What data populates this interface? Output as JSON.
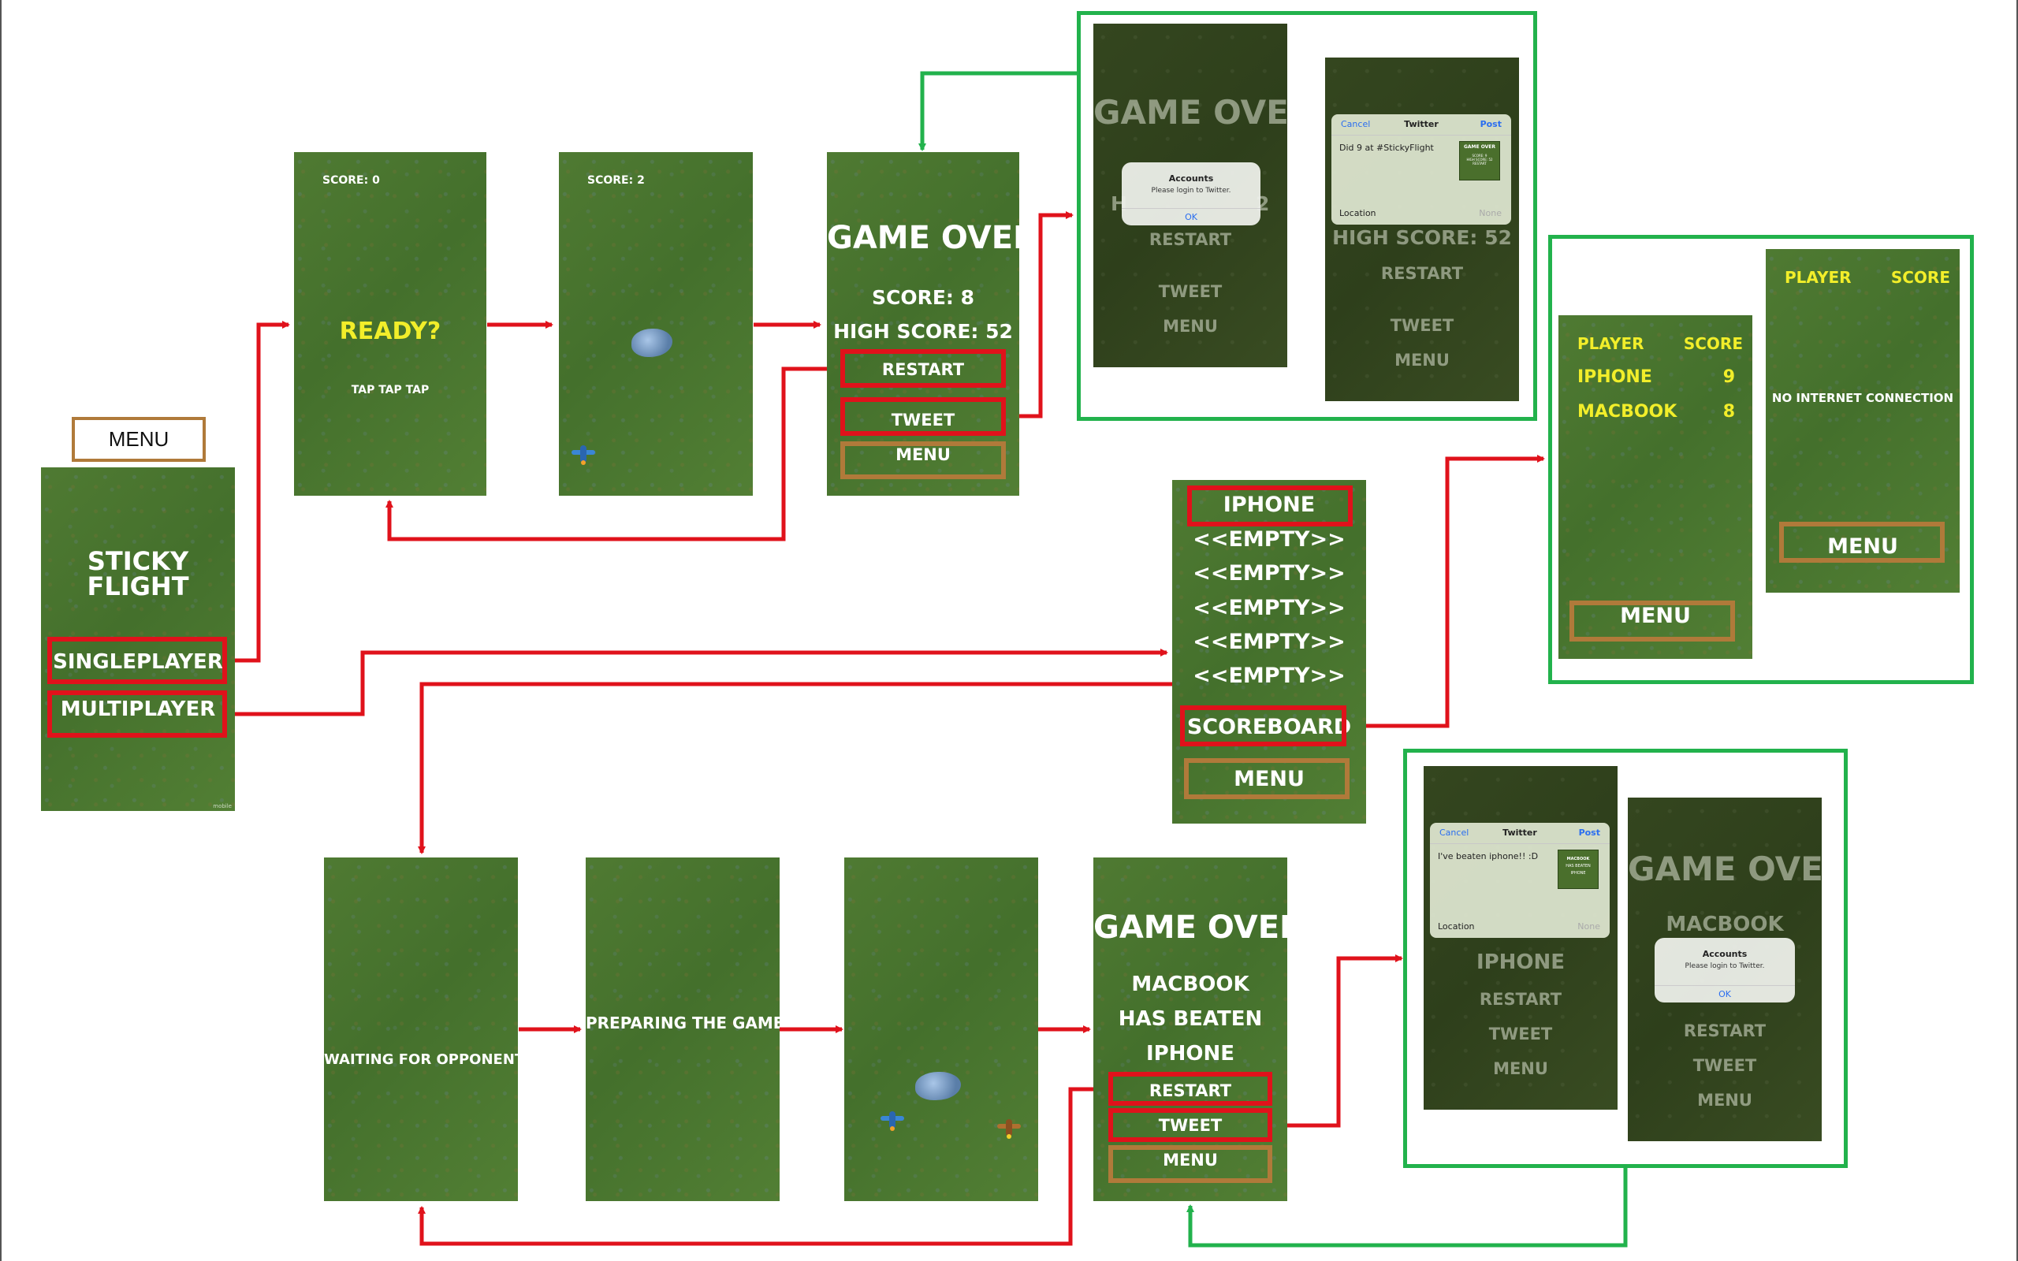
{
  "colors": {
    "flow_arrow": "#e0121b",
    "return_arrow": "#22b24c",
    "group_box": "#22b24c",
    "highlight": "#e0121b",
    "menu_box": "#b07a3a"
  },
  "menu_label": "MENU",
  "main_menu": {
    "title_line1": "STICKY",
    "title_line2": "FLIGHT",
    "singleplayer": "SINGLEPLAYER",
    "multiplayer": "MULTIPLAYER",
    "corner": "mobile"
  },
  "ready_screen": {
    "score": "SCORE: 0",
    "ready": "READY?",
    "hint": "TAP TAP TAP"
  },
  "play_screen": {
    "score": "SCORE: 2"
  },
  "gameover_single": {
    "title": "GAME OVER",
    "score": "SCORE: 8",
    "high_score": "HIGH SCORE: 52",
    "restart": "RESTART",
    "tweet": "TWEET",
    "menu": "MENU"
  },
  "alert_screen": {
    "title": "GAME OVER",
    "partial": "H",
    "partial2": "2",
    "dialog_title": "Accounts",
    "dialog_msg": "Please login to Twitter.",
    "ok": "OK",
    "restart": "RESTART",
    "tweet": "TWEET",
    "menu": "MENU"
  },
  "tweet_screen": {
    "cancel": "Cancel",
    "sheet_title": "Twitter",
    "post": "Post",
    "message": "Did 9 at #StickyFlight",
    "location": "Location",
    "none": "None",
    "high_score": "HIGH SCORE: 52",
    "restart": "RESTART",
    "tweet": "TWEET",
    "menu": "MENU",
    "thumb_title": "GAME OVER",
    "thumb_line1": "SCORE: 9",
    "thumb_line2": "HIGH SCORE: 52",
    "thumb_line3": "RESTART"
  },
  "lobby": {
    "slots": [
      "IPHONE",
      "<<EMPTY>>",
      "<<EMPTY>>",
      "<<EMPTY>>",
      "<<EMPTY>>",
      "<<EMPTY>>"
    ],
    "scoreboard": "SCOREBOARD",
    "menu": "MENU"
  },
  "scoreboard": {
    "player_header": "PLAYER",
    "score_header": "SCORE",
    "rows": [
      {
        "player": "IPHONE",
        "score": "9"
      },
      {
        "player": "MACBOOK",
        "score": "8"
      }
    ],
    "menu": "MENU"
  },
  "no_internet": {
    "player_header": "PLAYER",
    "score_header": "SCORE",
    "message": "NO INTERNET CONNECTION",
    "menu": "MENU"
  },
  "waiting_screen": {
    "text": "WAITING FOR OPPONENT"
  },
  "preparing_screen": {
    "text": "PREPARING THE GAME"
  },
  "gameover_multi": {
    "title": "GAME OVER",
    "line1": "MACBOOK",
    "line2": "HAS BEATEN",
    "line3": "IPHONE",
    "restart": "RESTART",
    "tweet": "TWEET",
    "menu": "MENU"
  },
  "tweet_multi": {
    "cancel": "Cancel",
    "sheet_title": "Twitter",
    "post": "Post",
    "message": "I've beaten iphone!! :D",
    "location": "Location",
    "none": "None",
    "iphone": "IPHONE",
    "restart": "RESTART",
    "tweet": "TWEET",
    "menu": "MENU",
    "thumb_line1": "MACBOOK",
    "thumb_line2": "HAS BEATEN",
    "thumb_line3": "IPHONE"
  },
  "alert_multi": {
    "title": "GAME OVER",
    "macbook": "MACBOOK",
    "dialog_title": "Accounts",
    "dialog_msg": "Please login to Twitter.",
    "ok": "OK",
    "restart": "RESTART",
    "tweet": "TWEET",
    "menu": "MENU"
  }
}
